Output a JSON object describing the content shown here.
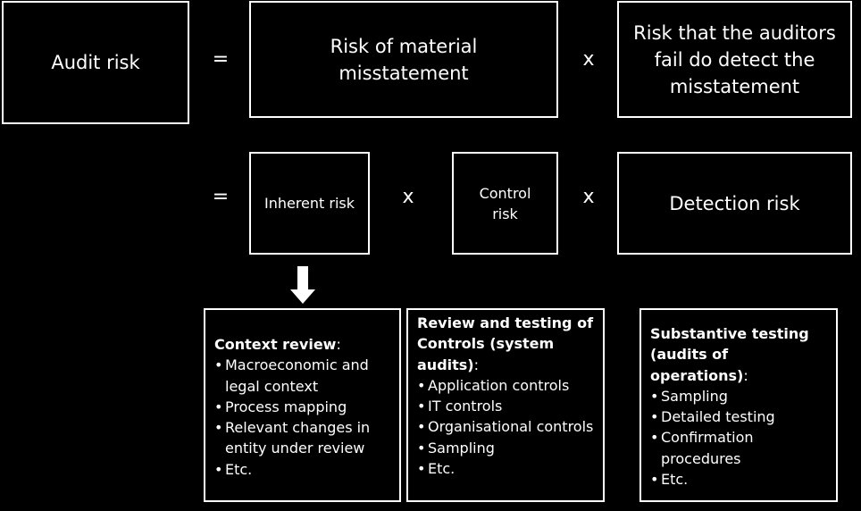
{
  "row1": {
    "audit_risk": "Audit risk",
    "eq": "=",
    "rmm": "Risk of material misstatement",
    "times": "x",
    "fail_detect": "Risk that the auditors fail do detect the misstatement"
  },
  "row2": {
    "eq": "=",
    "inherent": "Inherent risk",
    "times1": "x",
    "control": "Control risk",
    "times2": "x",
    "detection": "Detection risk"
  },
  "details": {
    "context": {
      "heading": "Context review",
      "suffix": ":",
      "items": [
        "Macroeconomic and legal context",
        "Process mapping",
        "Relevant changes in entity under review",
        "Etc."
      ]
    },
    "controls": {
      "heading": "Review and testing of Controls (system audits)",
      "suffix": ":",
      "items": [
        "Application controls",
        "IT controls",
        "Organisational controls",
        "Sampling",
        "Etc."
      ]
    },
    "substantive": {
      "heading": "Substantive testing (audits of operations)",
      "suffix": ":",
      "items": [
        "Sampling",
        "Detailed testing",
        "Confirmation procedures",
        "Etc."
      ]
    }
  }
}
